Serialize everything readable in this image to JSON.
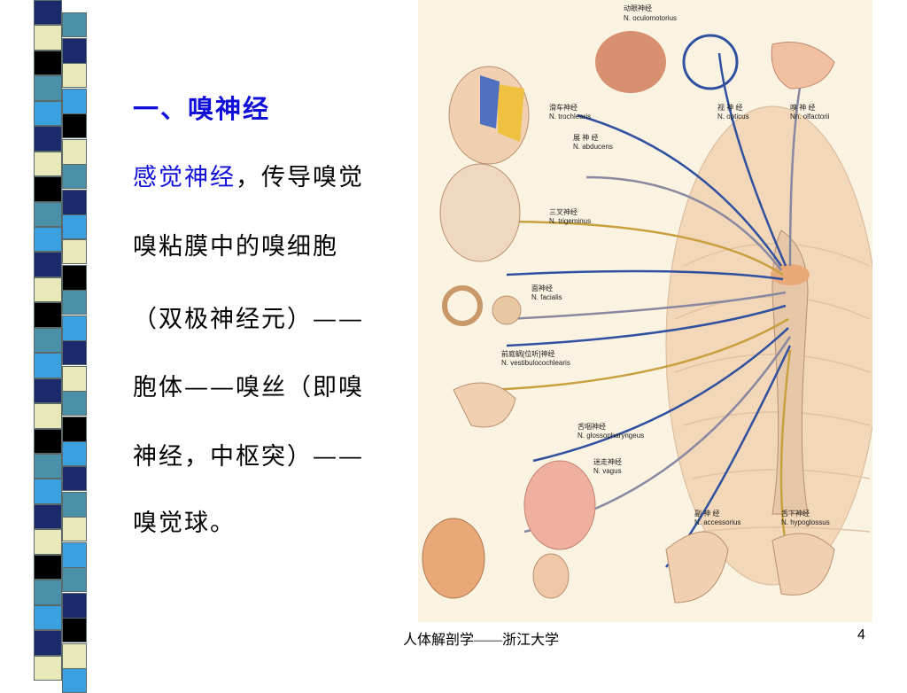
{
  "slide": {
    "title": "一、嗅神经",
    "lines": [
      {
        "highlight": "感觉神经",
        "rest": "，传导嗅觉"
      },
      {
        "text": "嗅粘膜中的嗅细胞"
      },
      {
        "text": "（双极神经元）——"
      },
      {
        "text": "胞体——嗅丝（即嗅"
      },
      {
        "text": "神经，中枢突）——"
      },
      {
        "text": "嗅觉球。"
      }
    ],
    "footer": "人体解剖学——浙江大学",
    "page_number": "4"
  },
  "stripe_colors": [
    "#000000",
    "#1a2a6a",
    "#3aa0e0",
    "#e8e8b8",
    "#4a90a8",
    "#ffffff"
  ],
  "figure": {
    "labels": {
      "oculomotor_cn": "动眼神经",
      "oculomotor_la": "N. oculomotorius",
      "trochlear_cn": "滑车神经",
      "trochlear_la": "N. trochlearis",
      "opticus_cn": "视 神 经",
      "opticus_la": "N. opticus",
      "olfactory_cn": "嗅 神 经",
      "olfactory_la": "Nn. olfactorii",
      "abducens_cn": "展 神 经",
      "abducens_la": "N. abducens",
      "trigeminus_cn": "三叉神经",
      "trigeminus_la": "N. trigeminus",
      "facialis_cn": "面神经",
      "facialis_la": "N. facialis",
      "vestibulo_cn": "前庭蜗[位听]神经",
      "vestibulo_la": "N. vestibulocochlearis",
      "glosso_cn": "舌咽神经",
      "glosso_la": "N. glossopharyngeus",
      "vagus_cn": "迷走神经",
      "vagus_la": "N. vagus",
      "accessorius_cn": "副 神 经",
      "accessorius_la": "N. accessorius",
      "hypoglossus_cn": "舌下神经",
      "hypoglossus_la": "N. hypoglossus"
    }
  }
}
